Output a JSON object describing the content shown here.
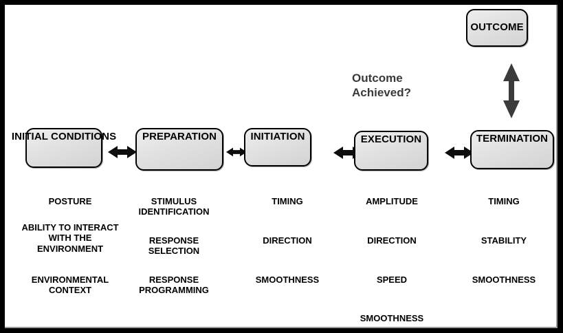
{
  "diagram": {
    "title_text": "Outcome Achieved?",
    "colors": {
      "frame": "#000000",
      "box_fill_light": "#eeeeee",
      "box_fill_dark": "#d3d3d3",
      "box_border": "#000000",
      "text": "#000000",
      "question_text": "#3a3a3a",
      "arrow": "#1a1a1a"
    },
    "boxes": [
      {
        "id": "initial-conditions",
        "label": "INITIAL\nCONDITIONS"
      },
      {
        "id": "preparation",
        "label": "PREPARATION"
      },
      {
        "id": "initiation",
        "label": "INITIATION"
      },
      {
        "id": "execution",
        "label": "EXECUTION"
      },
      {
        "id": "termination",
        "label": "TERMINATION"
      },
      {
        "id": "outcome",
        "label": "OUTCOME"
      }
    ],
    "arrows": [
      {
        "id": "initial-to-preparation",
        "direction": "bidirectional-horizontal"
      },
      {
        "id": "preparation-to-initiation",
        "direction": "bidirectional-horizontal"
      },
      {
        "id": "initiation-to-execution",
        "direction": "bidirectional-horizontal"
      },
      {
        "id": "execution-to-termination",
        "direction": "bidirectional-horizontal"
      },
      {
        "id": "termination-to-outcome",
        "direction": "bidirectional-vertical"
      }
    ],
    "columns": [
      {
        "id": "initial-conditions",
        "items": [
          "POSTURE",
          "ABILITY TO INTERACT\nWITH THE\nENVIRONMENT",
          "ENVIRONMENTAL\nCONTEXT"
        ]
      },
      {
        "id": "preparation",
        "items": [
          "STIMULUS\nIDENTIFICATION",
          "RESPONSE\nSELECTION",
          "RESPONSE\nPROGRAMMING"
        ]
      },
      {
        "id": "initiation",
        "items": [
          "TIMING",
          "DIRECTION",
          "SMOOTHNESS"
        ]
      },
      {
        "id": "execution",
        "items": [
          "AMPLITUDE",
          "DIRECTION",
          "SPEED",
          "SMOOTHNESS"
        ]
      },
      {
        "id": "termination",
        "items": [
          "TIMING",
          "STABILITY",
          "SMOOTHNESS"
        ]
      }
    ]
  }
}
